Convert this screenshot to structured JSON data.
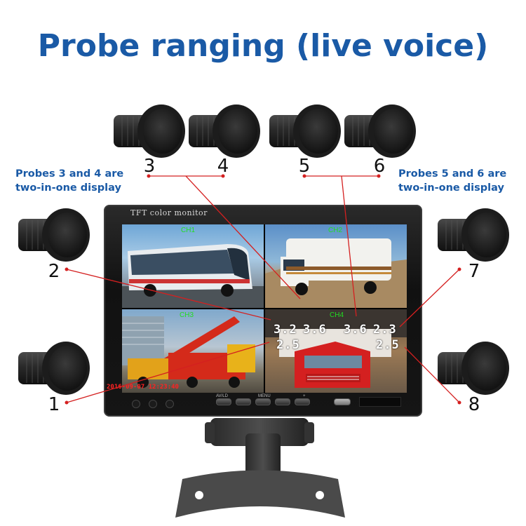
{
  "title": "Probe ranging (live voice)",
  "notes": {
    "left_line1": "Probes 3 and 4 are",
    "left_line2": "two-in-one display",
    "right_line1": "Probes 5 and 6 are",
    "right_line2": "two-in-one display"
  },
  "probe_numbers": {
    "p1": "1",
    "p2": "2",
    "p3": "3",
    "p4": "4",
    "p5": "5",
    "p6": "6",
    "p7": "7",
    "p8": "8"
  },
  "monitor": {
    "brand": "TFT color monitor",
    "channels": {
      "ch1": "CH1",
      "ch2": "CH2",
      "ch3": "CH3",
      "ch4": "CH4"
    },
    "readouts": {
      "r1": "3.2",
      "r2": "3.6",
      "r3": "3.6",
      "r4": "2.3",
      "r5": "2.5",
      "r6": "2.5"
    },
    "stamp": "2016-09-07 12:23:40",
    "buttons": [
      "AV/LD",
      "",
      "MENU",
      "",
      "+"
    ]
  },
  "colors": {
    "title": "#1a5aa6",
    "lines": "#d42020",
    "channel_label": "#22dd22"
  }
}
